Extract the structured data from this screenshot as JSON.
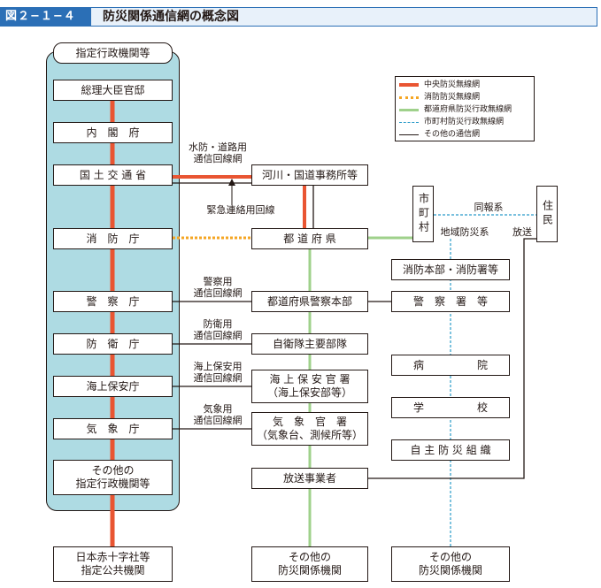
{
  "header": {
    "figure_label": "図２−１−４",
    "title": "防災関係通信網の概念図"
  },
  "colors": {
    "central": "#e95532",
    "fire": "#f5a623",
    "prefecture": "#9fd18b",
    "municipal": "#2a9bc9",
    "other": "#231815",
    "panel": "#aedbe3"
  },
  "legend": {
    "items": [
      {
        "label": "中央防災無線網"
      },
      {
        "label": "消防防災無線網"
      },
      {
        "label": "都道府県防災行政無線網"
      },
      {
        "label": "市町村防災行政無線網"
      },
      {
        "label": "その他の通信網"
      }
    ]
  },
  "left_column": {
    "header": "指定行政機関等",
    "cabinet": "総理大臣官邸",
    "cabinet_office": "内　閣　府",
    "mlit": "国 土 交 通 省",
    "fdma": "消　防　庁",
    "npa": "警　察　庁",
    "mod": "防　衛　庁",
    "jcg": "海上保安庁",
    "jma": "気　象　庁",
    "other_gov": "その他の\n指定行政機関等",
    "red_cross": "日本赤十字社等\n指定公共機関"
  },
  "middle_column": {
    "river_office": "河川・国道事務所等",
    "prefecture": "都 道 府 県",
    "pref_police": "都道府県警察本部",
    "sdf": "自衛隊主要部隊",
    "coast_guard": "海 上 保 安 官 署\n（海上保安部等）",
    "weather": "気　象　官　署\n（気象台、測候所等）",
    "broadcaster": "放送事業者",
    "other_disaster": "その他の\n防災関係機関"
  },
  "right_column": {
    "municipality": "市町村",
    "residents": "住民",
    "fire_station": "消防本部・消防署等",
    "police_station": "警　察　署　等",
    "hospital": "病　　　　　院",
    "school": "学　　　　　校",
    "voluntary": "自 主 防 災 組 織",
    "other_disaster": "その他の\n防災関係機関"
  },
  "link_labels": {
    "flood_road": "水防・道路用\n通信回線網",
    "emergency": "緊急連絡用回線",
    "police_net": "警察用\n通信回線網",
    "defense_net": "防衛用\n通信回線網",
    "coast_net": "海上保安用\n通信回線網",
    "weather_net": "気象用\n通信回線網",
    "simultaneous": "同報系",
    "regional": "地域防災系",
    "broadcast": "放送"
  }
}
